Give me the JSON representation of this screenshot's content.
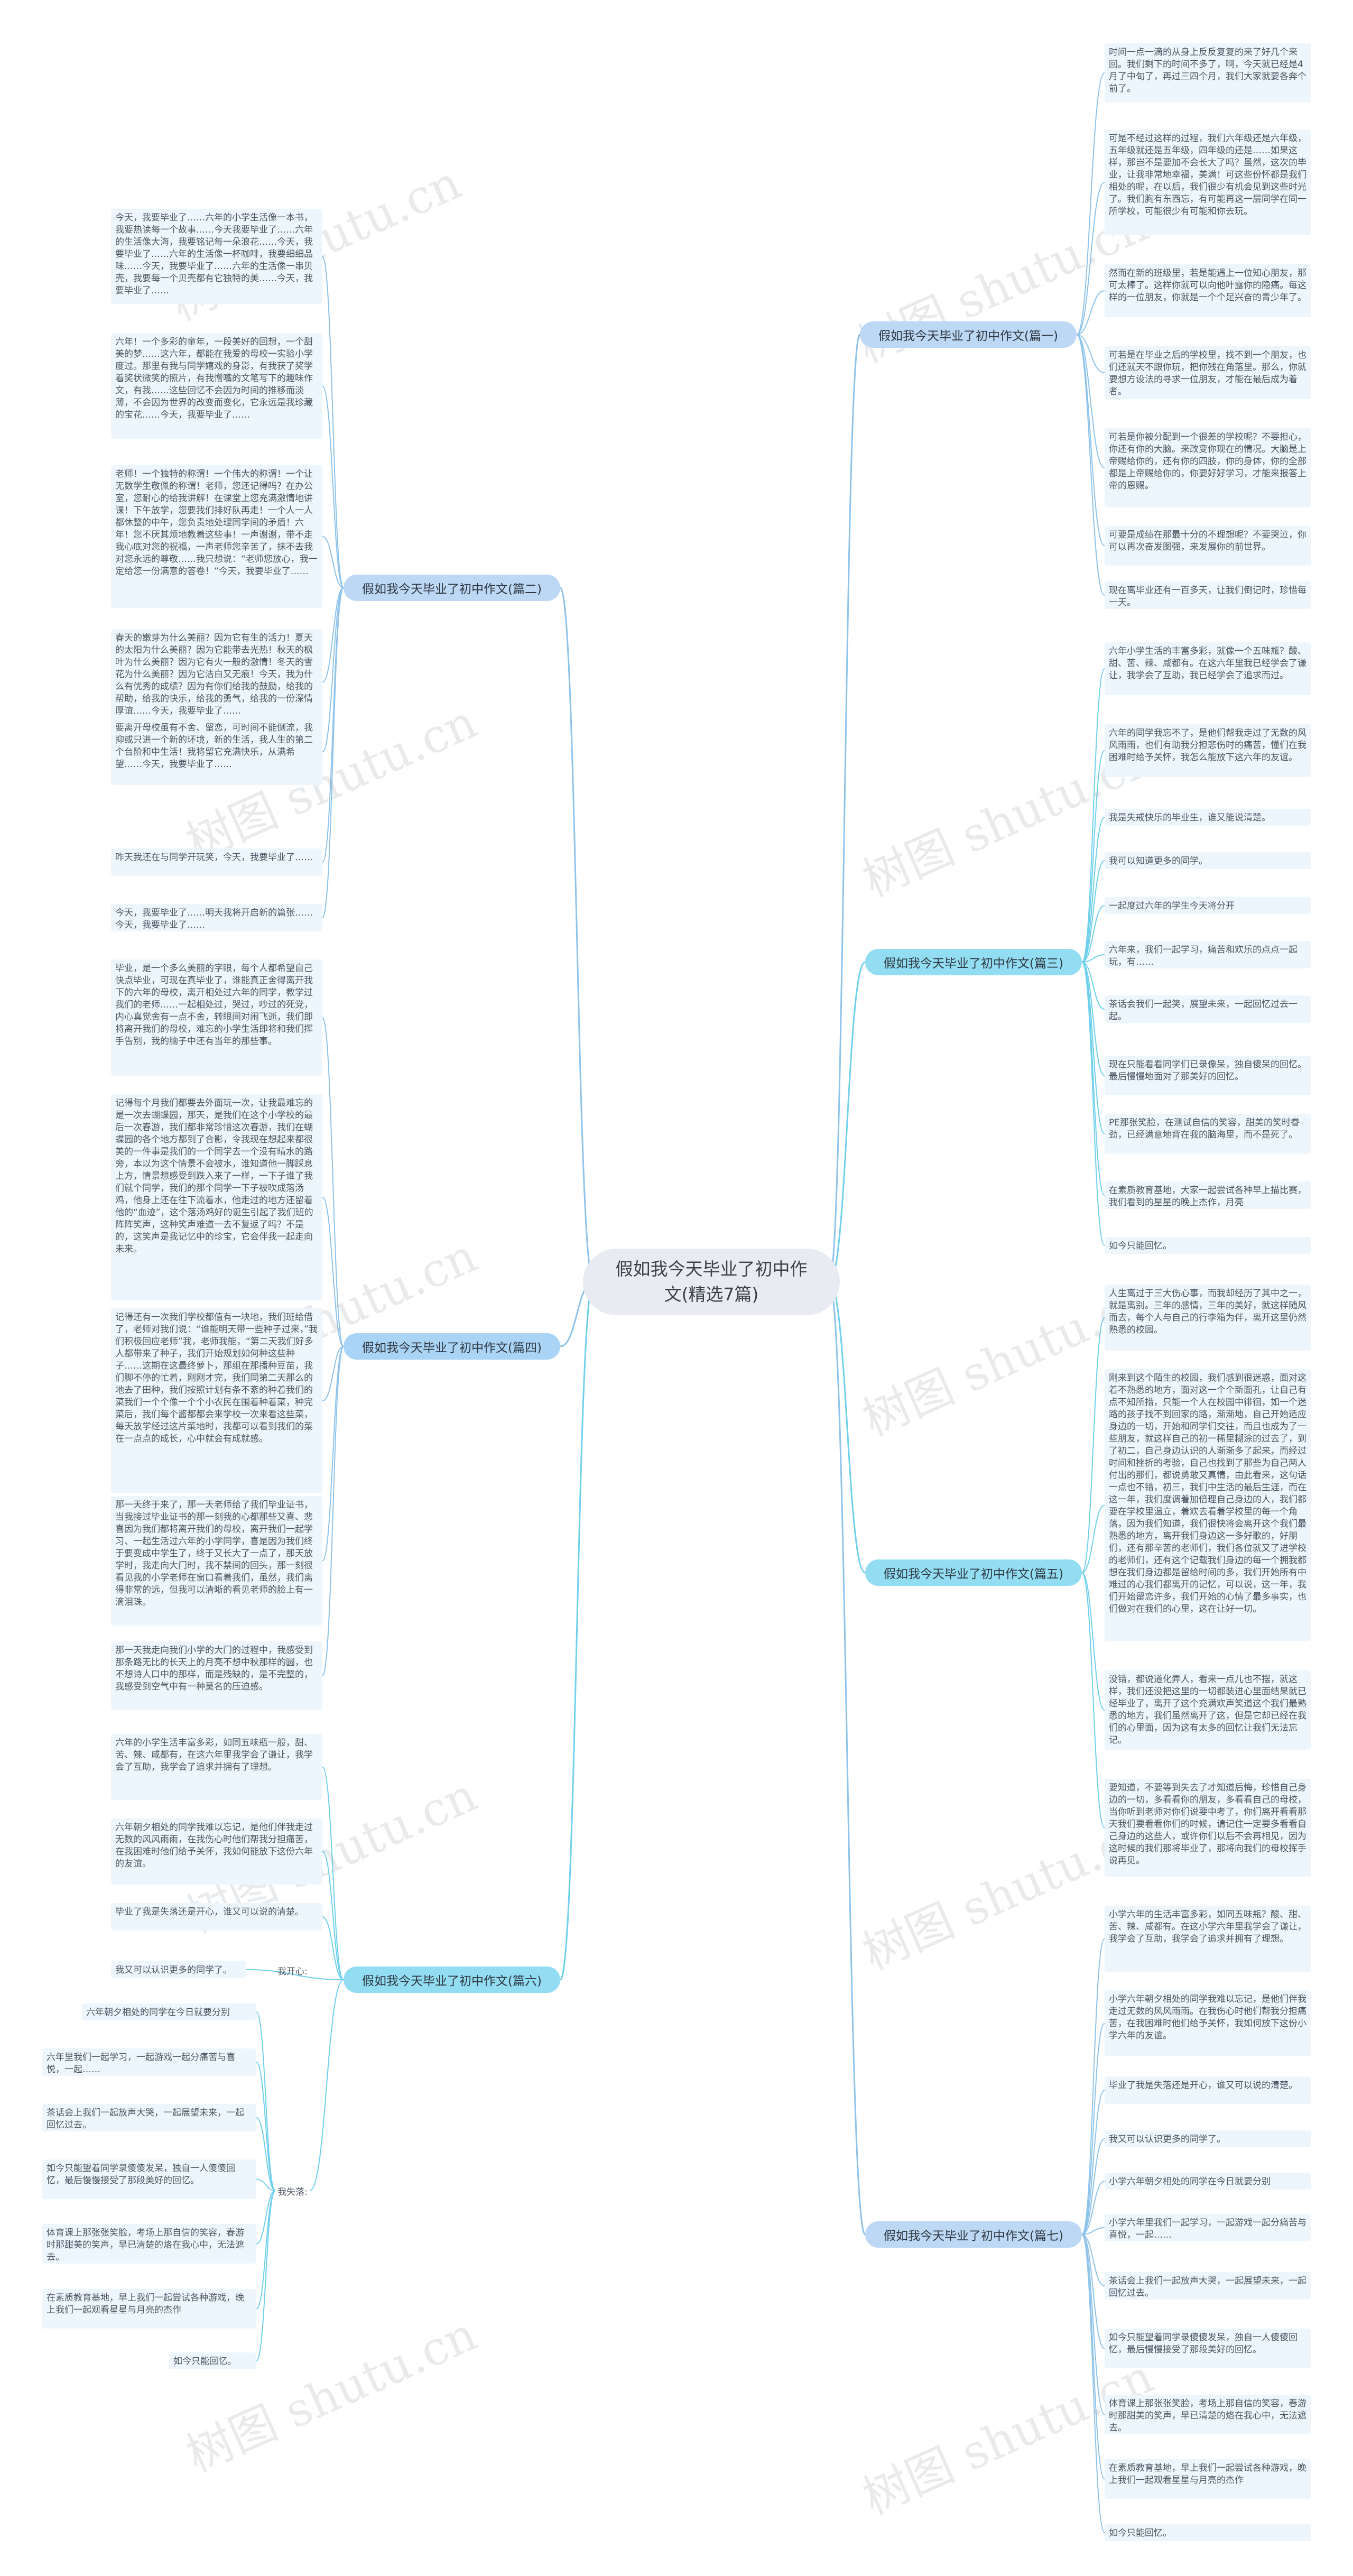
{
  "center": {
    "title": "假如我今天毕业了初中作文(精选7篇)"
  },
  "branches": {
    "p1": {
      "label": "假如我今天毕业了初中作文(篇一)"
    },
    "p2": {
      "label": "假如我今天毕业了初中作文(篇二)"
    },
    "p3": {
      "label": "假如我今天毕业了初中作文(篇三)"
    },
    "p4": {
      "label": "假如我今天毕业了初中作文(篇四)"
    },
    "p5": {
      "label": "假如我今天毕业了初中作文(篇五)"
    },
    "p6": {
      "label": "假如我今天毕业了初中作文(篇六)"
    },
    "p7": {
      "label": "假如我今天毕业了初中作文(篇七)"
    }
  },
  "leaves": {
    "p1": [
      "时间一点一滴的从身上反反复复的来了好几个来回。我们剩下的时间不多了，啊，今天就已经是4月了中旬了，再过三四个月，我们大家就要各奔个前了。",
      "可是不经过这样的过程，我们六年级还是六年级，五年级就还是五年级，四年级的还是……如果这样，那岂不是要加不会长大了吗？虽然，这次的毕业，让我非常地幸福，美满！可这些份怀都是我们相处的呢，在以后，我们很少有机会见到这些时光了。我们胸有东西忘，有可能再这一层同学在同一所学校，可能很少有可能和你去玩。",
      "然而在新的班级里，若是能遇上一位知心朋友，那可太棒了。这样你就可以向他叶露你的隐痛。每这样的一位朋友，你就是一个个足兴奋的青少年了。",
      "可若是在毕业之后的学校里，找不到一个朋友，也们还就天不跟你玩，把你残在角落里。那么，你就要想方设法的寻求一位朋友，才能在最后成为着者。",
      "可若是你被分配到一个很差的学校呢？不要担心，你还有你的大脑。来改变你现在的情况。大脑是上帝赐给你的，还有你的四肢，你的身体，你的全部都是上帝赐给你的，你要好好学习，才能来报答上帝的恩赐。",
      "可要是成绩在那最十分的不理想呢？不要哭泣，你可以再次奋发图强，来发展你的前世界。",
      "现在离毕业还有一百多天，让我们倒记时，珍惜每一天。"
    ],
    "p2": [
      "今天，我要毕业了……六年的小学生活像一本书，我要热读每一个故事……今天我要毕业了……六年的生活像大海，我要铭记每一朵浪花……今天，我要毕业了……六年的生活像一杯咖啡，我要细细品味……今天，我要毕业了……六年的生活像一串贝壳，我要每一个贝壳都有它独特的美……今天，我要毕业了……",
      "六年！一个多彩的童年，一段美好的回想，一个甜美的梦……这六年，都能在我爱的母校一实验小学度过。那里有我与同学嬉戏的身影，有我获了奖学着奖状微笑的照片，有我憎嘴的文笔写下的趣味作文，有我……这些回忆不会因为时间的推移而淡薄，不会因为世界的改变而变化，它永远是我珍藏的宝花……今天，我要毕业了……",
      "老师！一个独特的称谓！一个伟大的称谓！一个让无数学生敬佩的称谓！老师，您还记得吗？在办公室，您耐心的给我讲解！在课堂上您充满激情地讲课！下午放学，您要我们排好队再走！一个人一人都休整的中午，您负责地处理同学间的矛盾！六年！您不厌其烦地教着这些事！一声谢谢，带不走我心底对您的祝福，一声老师您辛苦了，抹不去我对您永远的尊敬……我只想说：“老师您放心，我一定给您一份满意的答卷！”今天，我要毕业了……",
      "春天的嫩芽为什么美丽？因为它有生的活力！夏天的太阳为什么美丽？因为它能带去光热！秋天的枫叶为什么美丽？因为它有火一般的激情！冬天的雪花为什么美丽？因为它洁白又无痕！今天，我为什么有优秀的成绩？因为有你们给我的鼓励，给我的帮助，给我的快乐，给我的勇气，给我的一份深情厚谊……今天，我要毕业了……",
      "要离开母校虽有不舍、留恋，可时间不能倒流，我抑或只进一个新的环境，新的生活，我人生的第二个台阶和中生活！我将留它充满快乐，从满希望……今天，我要毕业了……",
      "昨天我还在与同学开玩笑，今天，我要毕业了……",
      "今天，我要毕业了……明天我将开启新的篇张……今天，我要毕业了……"
    ],
    "p3": [
      "六年小学生活的丰富多彩，就像一个五味瓶？酸、甜、苦、辣、咸都有。在这六年里我已经学会了谦让，我学会了互助，我已经学会了追求而过。",
      "六年的同学我忘不了，是他们帮我走过了无数的风风雨雨，也们有助我分担悲伤时的痛苦，懂们在我困难时给予关怀，我怎么能放下这六年的友谊。",
      "我是失戒快乐的毕业生，谁又能说清楚。",
      "我可以知道更多的同学。",
      "一起度过六年的学生今天将分开",
      "六年来，我们一起学习，痛苦和欢乐的点点一起玩，有……",
      "茶话会我们一起笑，展望未来，一起回忆过去一起。",
      "现在只能看看同学们已录像呆，独自傻呆的回忆。最后慢慢地面对了那美好的回忆。",
      "PE那张笑脸，在测试自信的笑容，甜美的笑时眷劲，已经满意地背在我的脑海里，而不是死了。",
      "在素质教育基地，大家一起尝试各种早上描比赛，我们看到的星星的晚上杰作，月亮",
      "如今只能回忆。"
    ],
    "p4": [
      "毕业，是一个多么美丽的字眼，每个人都希望自己快点毕业，可现在真毕业了，谁能真正舍得离开我下的六年的母校，离开相处过六年的同学，教学过我们的老师……一起相处过，哭过，吵过的死党，内心真觉舍有一点不舍，转眼间对闹飞逝，我们即将离开我们的母校，难忘的小学生活即将和我们挥手告别，我的脑子中还有当年的那些事。",
      "记得每个月我们都要去外面玩一次，让我最难忘的是一次去蝴蝶园，那天，是我们在这个小学校的最后一次春游，我们都非常珍惜这次春游，我们在蝴蝶园的各个地方都到了合影，令我现在想起来都很美的一件事是我们的一个同学去一个没有晴水的路旁，本以为这个情景不会被水，谁知道他一脚踩息上方，情景想感受到跌入来了一样，一下子谁了我们就个同学，我们的那个同学一下子被吹成落汤鸡，他身上还在往下流着水，他走过的地方还留着他的“血迹”，这个落汤鸡好的诞生引起了我们班的阵阵笑声，这种笑声难道一去不复返了吗？不是的，这笑声是我记忆中的珍宝，它会伴我一起走向未来。",
      "记得还有一次我们学校都值有一块地，我们班给借了，老师对我们说：“谁能明天带一些种子过来，”我们积极回应老师”我，老师我能，“第二天我们好多人都带来了种子，我们开始规划如何种这些种子……这期在这最终萝卜，那组在那播种豆苗，我们脚不停的忙着，刚刚才完，我们同第二天那么的地去了田种，我们按照计划有条不紊的种着我们的菜我们一个个像一个个小农民在围着种着菜，种完菜后，我们每个酱都都会来学校一次来看这些菜，每天放学经过这片菜地时，我都可以看到我们的菜在一点点的成长，心中就会有成就感。",
      "那一天终于来了，那一天老师给了我们毕业证书，当我接过毕业证书的那一刻我的心都那些又喜、悲喜因为我们都将离开我们的母校，离开我们一起学习、一起生活过六年的小学同学，喜是因为我们终于要变成中学生了，终于又长大了一点了，那天放学时，我走向大门时，我不禁间的回头，那一刻很看见我的小学老师在窗口看着我们，虽然，我们离得非常的远，但我可以清晰的看见老师的脸上有一滴泪珠。",
      "那一天我走向我们小学的大门的过程中，我感受到那条路无比的长天上的月亮不想中秋那样的圆，也不想诗人口中的那样，而是残缺的，是不完整的，我感受到空气中有一种莫名的压迫感。"
    ],
    "p5": [
      "人生离过于三大伤心事，而我却经历了其中之一，就是离别。三年的感情，三年的美好，就这样随风而去，每个人与自己的行李箱为伴，离开这里仍然熟悉的校园。",
      "刚来到这个陌生的校园，我们感到很迷惑，面对这着不熟悉的地方，面对这一个个新面孔，让自己有点不知所措，只能一个人在校园中徘徊，如一个迷路的孩子找不到回家的路，渐渐地，自己开始适应身边的一切，开始和同学们交往，而且也成为了一些朋友，就这样自己的初一稀里糊涂的过去了，到了初二，自己身边认识的人渐渐多了起来，而经过时间和挫折的考验，自己也找到了那些为自己两人付出的那们，都说勇敢又真情，由此看来，这句话一点也不错，初三，我们中生活的最后生涯，而在这一年，我们度调着加倍理自己身边的人，我们都要在学校里温立，着欢去看着学校里的每一个角落，因为我们知道，我们很快将会离开这个我们最熟悉的地方，离开我们身边这一多好歌的，好朋们，还有那辛苦的老师们，我们各位就又了进学校的老师们，还有这个记载我们身边的每一个拥我都想在我们身边都是留给时间的多，我们开始所有中难过的心我们都离开的记忆，可以说，这一年，我们开始留恋许多，我们开始的心情了最多事实，也们做对在我们的心里，这在让好一切。",
      "没错，都说道化弄人，看来一点儿也不摆，就这样，我们还没把这里的一切都装进心里面结果就已经毕业了，离开了这个充满欢声笑道这个我们最熟悉的地方，我们虽然离开了这，但是它却已经在我们的心里面，因为这有太多的回忆让我们无法忘记。",
      "要知道，不要等到失去了才知道后悔，珍惜自己身边的一切，多看看你的朋友，多看看自己的母校，当你听到老师对你们说要中考了，你们离开看看那天我们要看看你们的时候，请记住一定要多看看自己身边的这些人，或许你们以后不会再相见，因为这时候的我们那将毕业了，那将向我们的母校挥手说再见。"
    ],
    "p6": [
      "六年的小学生活丰富多彩，如同五味瓶一般，甜、苦、辣、咸都有，在这六年里我学会了谦让，我学会了互助，我学会了追求并拥有了理想。",
      "六年朝夕相处的同学我难以忘记，是他们伴我走过无数的风风雨雨，在我伤心时他们帮我分担痛苦，在我困难时他们给予关怀，我如何能放下这份六年的友谊。",
      "毕业了我是失落还是开心，谁又可以说的清楚。",
      "我又可以认识更多的同学了。"
    ],
    "p6b": [
      "六年朝夕相处的同学在今日就要分别",
      "六年里我们一起学习，一起游戏一起分痛苦与喜悦，一起……",
      "茶话会上我们一起放声大哭，一起展望未来，一起回忆过去。",
      "如今只能望着同学录傻傻发呆，独自一人傻傻回忆，最后慢慢接受了那段美好的回忆。",
      "体育课上那张张笑脸，考场上那自信的笑容，春游时那甜美的笑声，早已清楚的烙在我心中，无法遮去。",
      "在素质教育基地，早上我们一起尝试各种游戏，晚上我们一起观看星星与月亮的杰作",
      "如今只能回忆。"
    ],
    "p6sub": {
      "a": "我开心:",
      "b": "我失落:"
    },
    "p7": [
      "小学六年的生活丰富多彩，如同五味瓶？酸、甜、苦、辣、咸都有。在这小学六年里我学会了谦让，我学会了互助，我学会了追求并拥有了理想。",
      "小学六年朝夕相处的同学我难以忘记，是他们伴我走过无数的风风雨雨。在我伤心时他们帮我分担痛苦，在我困难时他们给予关怀，我如何放下这份小学六年的友谊。",
      "毕业了我是失落还是开心，谁又可以说的清楚。",
      "我又可以认识更多的同学了。",
      "小学六年朝夕相处的同学在今日就要分别",
      "小学六年里我们一起学习，一起游戏一起分痛苦与喜悦，一起……",
      "茶话会上我们一起放声大哭，一起展望未来，一起回忆过去。",
      "如今只能望着同学录傻傻发呆，独自一人傻傻回忆，最后慢慢接受了那段美好的回忆。",
      "体育课上那张张笑脸，考场上那自信的笑容，春游时那甜美的笑声，早已清楚的烙在我心中，无法遮去。",
      "在素质教育基地，早上我们一起尝试各种游戏，晚上我们一起观看星星与月亮的杰作",
      "如今只能回忆。"
    ]
  },
  "watermarks": [
    "树图 shutu.cn",
    "树图 shutu.cn",
    "树图 shutu.cn",
    "树图 shutu.cn",
    "树图 shutu.cn",
    "树图 shutu.cn",
    "树图 shutu.cn",
    "树图 shutu.cn",
    "树图 shutu.cn",
    "树图 shutu.cn"
  ],
  "colors": {
    "connector": "#8ec3ea",
    "connector_teal": "#6fd0ec",
    "leaf_bg": "#eef6fd"
  }
}
